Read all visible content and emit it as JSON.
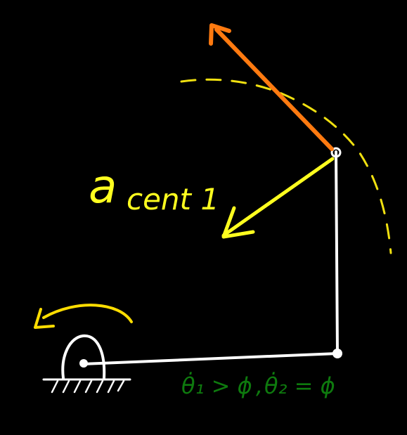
{
  "labels": {
    "accel_main": "a",
    "accel_sub": "cent 1",
    "condition_1": "θ̇₁ > ϕ",
    "condition_sep": ",",
    "condition_2": "θ̇₂ = ϕ"
  },
  "colors": {
    "background": "#000000",
    "linkage": "#ffffff",
    "centripetal_arrow": "#ffff1f",
    "path_curve": "#f0e010",
    "velocity_arrow": "#ff7a10",
    "rotation_arrow": "#ffdd00",
    "condition_text": "#0e7a0e"
  },
  "icons": {
    "base_pivot": "pin-support-icon",
    "joint": "joint-dot-icon"
  }
}
